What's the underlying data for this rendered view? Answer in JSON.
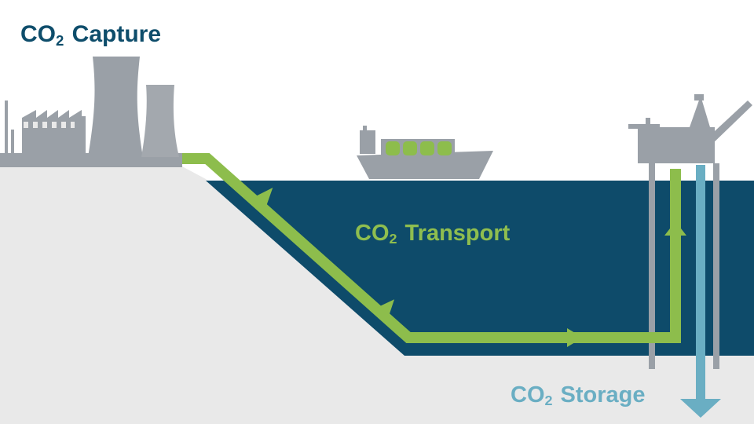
{
  "labels": {
    "capture": {
      "main": "CO",
      "sub": "2",
      "rest": " Capture"
    },
    "transport": {
      "main": "CO",
      "sub": "2",
      "rest": " Transport"
    },
    "storage": {
      "main": "CO",
      "sub": "2",
      "rest": " Storage"
    }
  },
  "colors": {
    "sea": "#0e4b6a",
    "land": "#e9e9e9",
    "structures": "#9aa0a7",
    "pipeline": "#8dbd4c",
    "storage_flow": "#6aaec3",
    "capture_text": "#0e4d6b"
  }
}
